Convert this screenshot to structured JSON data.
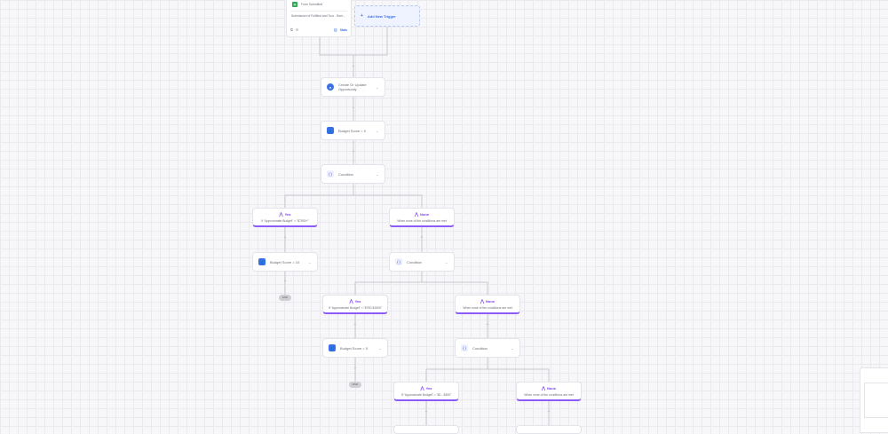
{
  "trigger": {
    "title": "Form Submitted",
    "description": "Submission of Fulfilled and Tour - Snel...",
    "stats_label": "Stats"
  },
  "add_trigger": {
    "label": "Add New Trigger"
  },
  "nodes": {
    "create_opportunity": "Create Or Update Opportunity",
    "budget_score_0": "Budget Score = 0",
    "condition_1": "Condition",
    "branch_yes_1": {
      "title": "Yes",
      "detail": "If “Approximate Budget” = “$7500+”"
    },
    "branch_none_1": {
      "title": "None",
      "detail": "When none of the conditions are met"
    },
    "budget_score_10": "Budget Score = 10",
    "end_1": "END",
    "condition_2": "Condition",
    "branch_yes_2": {
      "title": "Yes",
      "detail": "If “Approximate Budget” = “$750-$1500”"
    },
    "branch_none_2": {
      "title": "None",
      "detail": "When none of the conditions are met"
    },
    "budget_score_5": "Budget Score = 5",
    "end_2": "END",
    "condition_3": "Condition",
    "branch_yes_3": {
      "title": "Yes",
      "detail": "If “Approximate Budget” = “$0 - $300”"
    },
    "branch_none_3": {
      "title": "None",
      "detail": "When none of the conditions are met"
    }
  },
  "icons": {
    "trigger": "google-sheets-icon",
    "action": "person-icon",
    "condition": "braces-icon",
    "branch": "split-icon"
  },
  "colors": {
    "accent": "#3b6fe6",
    "branch": "#7c3aed",
    "connector": "#c7c7cf"
  }
}
